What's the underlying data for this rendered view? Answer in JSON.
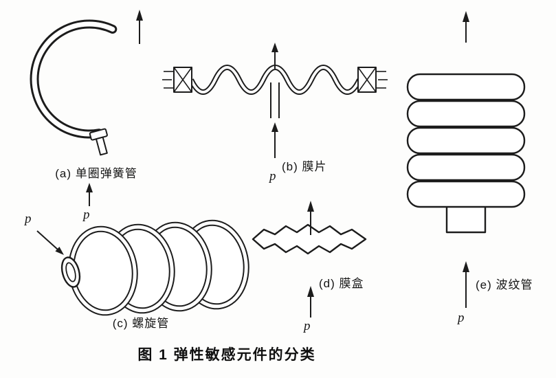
{
  "figure_caption": "图 1  弹性敏感元件的分类",
  "parts": {
    "a": {
      "label": "(a) 单圈弹簧管",
      "pressure": "p"
    },
    "b": {
      "label": "(b) 膜片",
      "pressure": "p"
    },
    "c": {
      "label": "(c) 螺旋管",
      "pressure": "p"
    },
    "d": {
      "label": "(d) 膜盒",
      "pressure": "p"
    },
    "e": {
      "label": "(e) 波纹管",
      "pressure": "p"
    }
  },
  "colors": {
    "line": "#1c1c1c",
    "background": "#fdfdfc"
  }
}
